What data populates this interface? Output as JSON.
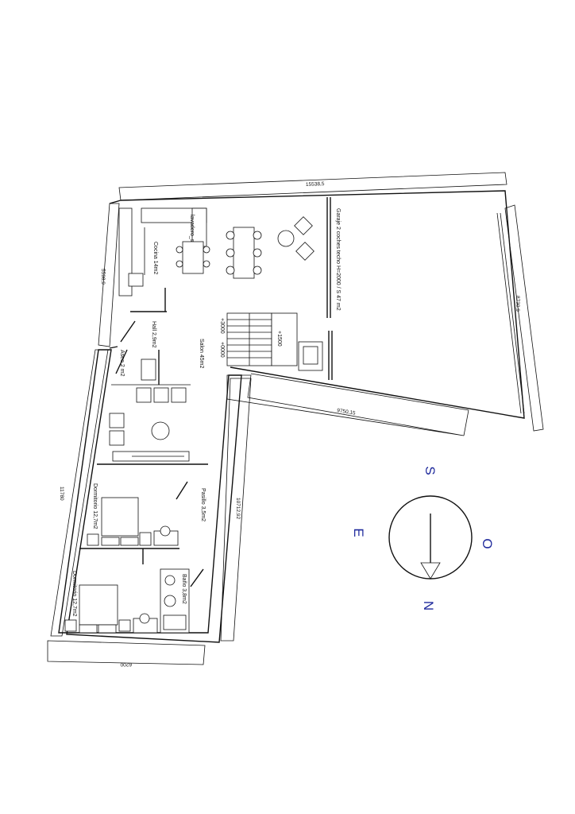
{
  "rooms": {
    "garage": "Garaje 2 coches techo H=2000 / S 47 m2",
    "cocina": "Cocina 14m2",
    "hall": "Hall 2,9m2",
    "aseo": "Aseo 2 m2",
    "salon": "Salon 45m2",
    "pasillo": "Pasillo 3,5m2",
    "dormitorio1": "Dormitorio 12,7m2",
    "dormitorio2": "Dormitorio 12,7m2",
    "bano": "Baño 3,8m2",
    "lavadero": "lavadero_seca"
  },
  "levels": {
    "plus3000": "+3000",
    "zero": "+0000",
    "plus1500": "+1500"
  },
  "dimensions": {
    "top": "15538,5",
    "left_upper": "5598,9",
    "garage_right": "8730,9",
    "garage_bottom": "9750,15",
    "left_long": "11780",
    "center_right": "10712,92",
    "bottom": "6200"
  },
  "compass": {
    "S": "S",
    "E": "E",
    "O": "O",
    "N": "N"
  }
}
